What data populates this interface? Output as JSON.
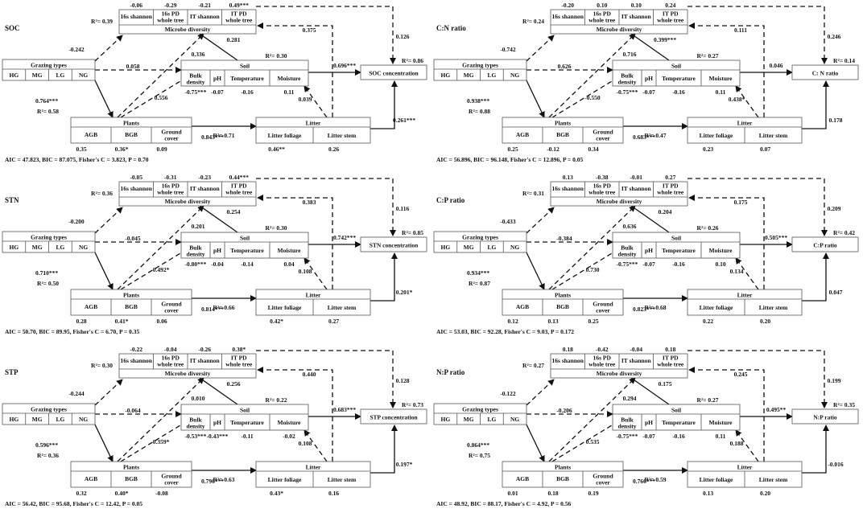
{
  "panels": [
    {
      "id": "SOC",
      "title": "SOC",
      "microbe": {
        "r2": "R²= 0.39",
        "label": "Microbe diversity",
        "items": [
          "16s shannon",
          "16s PD whole tree",
          "IT shannon",
          "IT PD whole tree"
        ],
        "coefs": [
          "-0.06",
          "-0.29",
          "-0.21",
          "0.49***"
        ]
      },
      "grazing": {
        "label": "Grazing types",
        "items": [
          "HG",
          "MG",
          "LG",
          "NG"
        ]
      },
      "soil": {
        "r2": "R²= 0.30",
        "label": "Soil",
        "items": [
          "Bulk density",
          "pH",
          "Temperature",
          "Moisture"
        ],
        "coefs": [
          "-0.75***",
          "-0.07",
          "-0.16",
          "0.11"
        ]
      },
      "plants": {
        "r2": "R²= 0.58",
        "label": "Plants",
        "items": [
          "AGB",
          "BGB",
          "Ground cover"
        ],
        "coefs": [
          "0.35",
          "0.36*",
          "0.09"
        ]
      },
      "litter": {
        "r2": "R²= 0.71",
        "label": "Litter",
        "items": [
          "Litter foliage",
          "Litter stem"
        ],
        "coefs": [
          "0.46**",
          "0.26"
        ]
      },
      "target": {
        "label": "SOC concentration",
        "r2": "R²= 0.86"
      },
      "paths": {
        "grazing_microbe": "-0.242",
        "grazing_soil": "0.058",
        "grazing_plants": "0.764***",
        "plants_microbe": "0.336",
        "plants_soil": "0.556",
        "microbe_soil": "0.281",
        "plants_litter": "0.843***",
        "soil_target": "0.696***",
        "litter_soil": "0.039",
        "microbe_target": "0.126",
        "litter_microbe": "0.375",
        "litter_target": "0.261***"
      },
      "stats": "AIC = 47.823, BIC = 87.075, Fisher's C = 3.823, P = 0.70"
    },
    {
      "id": "CN",
      "title": "C:N ratio",
      "microbe": {
        "r2": "R²= 0.24",
        "label": "Microbe diversity",
        "items": [
          "16s shannon",
          "16s PD whole tree",
          "IT shannon",
          "IT PD whole tree"
        ],
        "coefs": [
          "-0.20",
          "0.10",
          "0.10",
          "0.24"
        ]
      },
      "grazing": {
        "label": "Grazing types",
        "items": [
          "HG",
          "MG",
          "LG",
          "NG"
        ]
      },
      "soil": {
        "r2": "R²= 0.27",
        "label": "Soil",
        "items": [
          "Bulk density",
          "pH",
          "Temperature",
          "Moisture"
        ],
        "coefs": [
          "-0.75***",
          "-0.07",
          "-0.16",
          "0.11"
        ]
      },
      "plants": {
        "r2": "R²= 0.88",
        "label": "Plants",
        "items": [
          "AGB",
          "BGB",
          "Ground cover"
        ],
        "coefs": [
          "0.25",
          "-0.12",
          "0.34"
        ]
      },
      "litter": {
        "r2": "R²= 0.47",
        "label": "Litter",
        "items": [
          "Litter foliage",
          "Litter stem"
        ],
        "coefs": [
          "0.23",
          "0.07"
        ]
      },
      "target": {
        "label": "C: N ratio",
        "r2": "R²= 0.14"
      },
      "paths": {
        "grazing_microbe": "-0.742",
        "grazing_soil": "0.626",
        "grazing_plants": "0.938***",
        "plants_microbe": "0.716",
        "plants_soil": "-0.550",
        "microbe_soil": "0.399***",
        "plants_litter": "0.683***",
        "soil_target": "0.046",
        "litter_soil": "0.438*",
        "microbe_target": "0.246",
        "litter_microbe": "0.111",
        "litter_target": "0.178"
      },
      "stats": "AIC = 56.896, BIC = 96.148, Fisher's C = 12.896, P = 0.05"
    },
    {
      "id": "STN",
      "title": "STN",
      "microbe": {
        "r2": "R²= 0.36",
        "label": "Microbe diversity",
        "items": [
          "16s shannon",
          "16s PD whole tree",
          "IT shannon",
          "IT PD whole tree"
        ],
        "coefs": [
          "-0.05",
          "-0.31",
          "-0.23",
          "0.44***"
        ]
      },
      "grazing": {
        "label": "Grazing types",
        "items": [
          "HG",
          "MG",
          "LG",
          "NG"
        ]
      },
      "soil": {
        "r2": "R²= 0.30",
        "label": "Soil",
        "items": [
          "Bulk density",
          "pH",
          "Temperature",
          "Moisture"
        ],
        "coefs": [
          "-0.80***",
          "-0.04",
          "-0.14",
          "0.04"
        ]
      },
      "plants": {
        "r2": "R²= 0.50",
        "label": "Plants",
        "items": [
          "AGB",
          "BGB",
          "Ground cover"
        ],
        "coefs": [
          "0.28",
          "0.41*",
          "0.06"
        ]
      },
      "litter": {
        "r2": "R²= 0.66",
        "label": "Litter",
        "items": [
          "Litter foliage",
          "Litter stem"
        ],
        "coefs": [
          "0.42*",
          "0.27"
        ]
      },
      "target": {
        "label": "STN concentration",
        "r2": "R²= 0.85"
      },
      "paths": {
        "grazing_microbe": "-0.200",
        "grazing_soil": "-0.045",
        "grazing_plants": "0.710***",
        "plants_microbe": "0.201",
        "plants_soil": "0.492*",
        "microbe_soil": "0.254",
        "plants_litter": "0.814***",
        "soil_target": "0.742***",
        "litter_soil": "0.108",
        "microbe_target": "0.116",
        "litter_microbe": "0.383",
        "litter_target": "0.201*"
      },
      "stats": "AIC = 50.70, BIC = 89.95, Fisher's C = 6.70, P = 0.35"
    },
    {
      "id": "CP",
      "title": "C:P ratio",
      "microbe": {
        "r2": "R²= 0.31",
        "label": "Microbe diversity",
        "items": [
          "16s shannon",
          "16s PD whole tree",
          "IT shannon",
          "IT PD whole tree"
        ],
        "coefs": [
          "0.13",
          "-0.38",
          "-0.01",
          "0.27"
        ]
      },
      "grazing": {
        "label": "Grazing types",
        "items": [
          "HG",
          "MG",
          "LG",
          "NG"
        ]
      },
      "soil": {
        "r2": "R²= 0.26",
        "label": "Soil",
        "items": [
          "Bulk density",
          "pH",
          "Temperature",
          "Moisture"
        ],
        "coefs": [
          "-0.75***",
          "-0.07",
          "-0.16",
          "0.10"
        ]
      },
      "plants": {
        "r2": "R²= 0.87",
        "label": "Plants",
        "items": [
          "AGB",
          "BGB",
          "Ground cover"
        ],
        "coefs": [
          "0.12",
          "0.13",
          "0.25"
        ]
      },
      "litter": {
        "r2": "R²= 0.68",
        "label": "Litter",
        "items": [
          "Litter foliage",
          "Litter stem"
        ],
        "coefs": [
          "0.22",
          "0.20"
        ]
      },
      "target": {
        "label": "C:P ratio",
        "r2": "R²= 0.42"
      },
      "paths": {
        "grazing_microbe": "-0.433",
        "grazing_soil": "-0.384",
        "grazing_plants": "0.934***",
        "plants_microbe": "0.636",
        "plants_soil": "0.730",
        "microbe_soil": "0.204",
        "plants_litter": "0.823***",
        "soil_target": "0.505***",
        "litter_soil": "0.134",
        "microbe_target": "0.209",
        "litter_microbe": "0.175",
        "litter_target": "0.047"
      },
      "stats": "AIC = 53.03, BIC = 92.28, Fisher's C = 9.03, P = 0.172"
    },
    {
      "id": "STP",
      "title": "STP",
      "microbe": {
        "r2": "R²= 0.30",
        "label": "Microbe diversity",
        "items": [
          "16s shannon",
          "16s PD whole tree",
          "IT shannon",
          "IT PD whole tree"
        ],
        "coefs": [
          "-0.22",
          "-0.04",
          "-0.26",
          "0.38*"
        ]
      },
      "grazing": {
        "label": "Grazing types",
        "items": [
          "HG",
          "MG",
          "LG",
          "NG"
        ]
      },
      "soil": {
        "r2": "R²= 0.22",
        "label": "Soil",
        "items": [
          "Bulk density",
          "pH",
          "Temperature",
          "Moisture"
        ],
        "coefs": [
          "-0.53***",
          "-0.43***",
          "-0.11",
          "-0.02"
        ]
      },
      "plants": {
        "r2": "R²= 0.36",
        "label": "Plants",
        "items": [
          "AGB",
          "BGB",
          "Ground cover"
        ],
        "coefs": [
          "0.32",
          "0.40*",
          "-0.08"
        ]
      },
      "litter": {
        "r2": "R²= 0.63",
        "label": "Litter",
        "items": [
          "Litter foliage",
          "Litter stem"
        ],
        "coefs": [
          "0.43*",
          "0.16"
        ]
      },
      "target": {
        "label": "STP concentration",
        "r2": "R²= 0.73"
      },
      "paths": {
        "grazing_microbe": "-0.244",
        "grazing_soil": "-0.064",
        "grazing_plants": "0.596***",
        "plants_microbe": "0.010",
        "plants_soil": "0.359*",
        "microbe_soil": "0.256",
        "plants_litter": "0.796***",
        "soil_target": "0.683***",
        "litter_soil": "0.108",
        "microbe_target": "0.128",
        "litter_microbe": "0.440",
        "litter_target": "0.197*"
      },
      "stats": "AIC = 56.42, BIC = 95.68, Fisher's C = 12.42, P = 0.05"
    },
    {
      "id": "NP",
      "title": "N:P ratio",
      "microbe": {
        "r2": "R²= 0.27",
        "label": "Microbe diversity",
        "items": [
          "16s shannon",
          "16s PD whole tree",
          "IT shannon",
          "IT PD whole tree"
        ],
        "coefs": [
          "0.18",
          "-0.42",
          "-0.04",
          "0.18"
        ]
      },
      "grazing": {
        "label": "Grazing types",
        "items": [
          "HG",
          "MG",
          "LG",
          "NG"
        ]
      },
      "soil": {
        "r2": "R²= 0.27",
        "label": "Soil",
        "items": [
          "Bulk density",
          "pH",
          "Temperature",
          "Moisture"
        ],
        "coefs": [
          "-0.75***",
          "-0.07",
          "-0.16",
          "0.11"
        ]
      },
      "plants": {
        "r2": "R²= 0.75",
        "label": "Plants",
        "items": [
          "AGB",
          "BGB",
          "Ground cover"
        ],
        "coefs": [
          "0.01",
          "0.18",
          "0.19"
        ]
      },
      "litter": {
        "r2": "R²= 0.59",
        "label": "Litter",
        "items": [
          "Litter foliage",
          "Litter stem"
        ],
        "coefs": [
          "0.13",
          "0.20"
        ]
      },
      "target": {
        "label": "N:P ratio",
        "r2": "R²= 0.35"
      },
      "paths": {
        "grazing_microbe": "-0.122",
        "grazing_soil": "-0.206",
        "grazing_plants": "0.864***",
        "plants_microbe": "0.294",
        "plants_soil": "0.535",
        "microbe_soil": "0.175",
        "plants_litter": "0.766***",
        "soil_target": "0.495**",
        "litter_soil": "0.188",
        "microbe_target": "0.199",
        "litter_microbe": "0.245",
        "litter_target": "-0.016"
      },
      "stats": "AIC = 48.92, BIC = 88.17, Fisher's C = 4.92, P = 0.56"
    }
  ],
  "path_styles": {
    "grazing_microbe": "dashed",
    "grazing_soil": "dashed",
    "grazing_plants": "solid",
    "plants_microbe": "dashed",
    "plants_soil": "dashed",
    "microbe_soil": "solid",
    "plants_litter": "solid",
    "soil_target": "solid",
    "litter_soil": "dashed",
    "microbe_target": "dashed",
    "litter_microbe": "dashed",
    "litter_target": "solid"
  }
}
